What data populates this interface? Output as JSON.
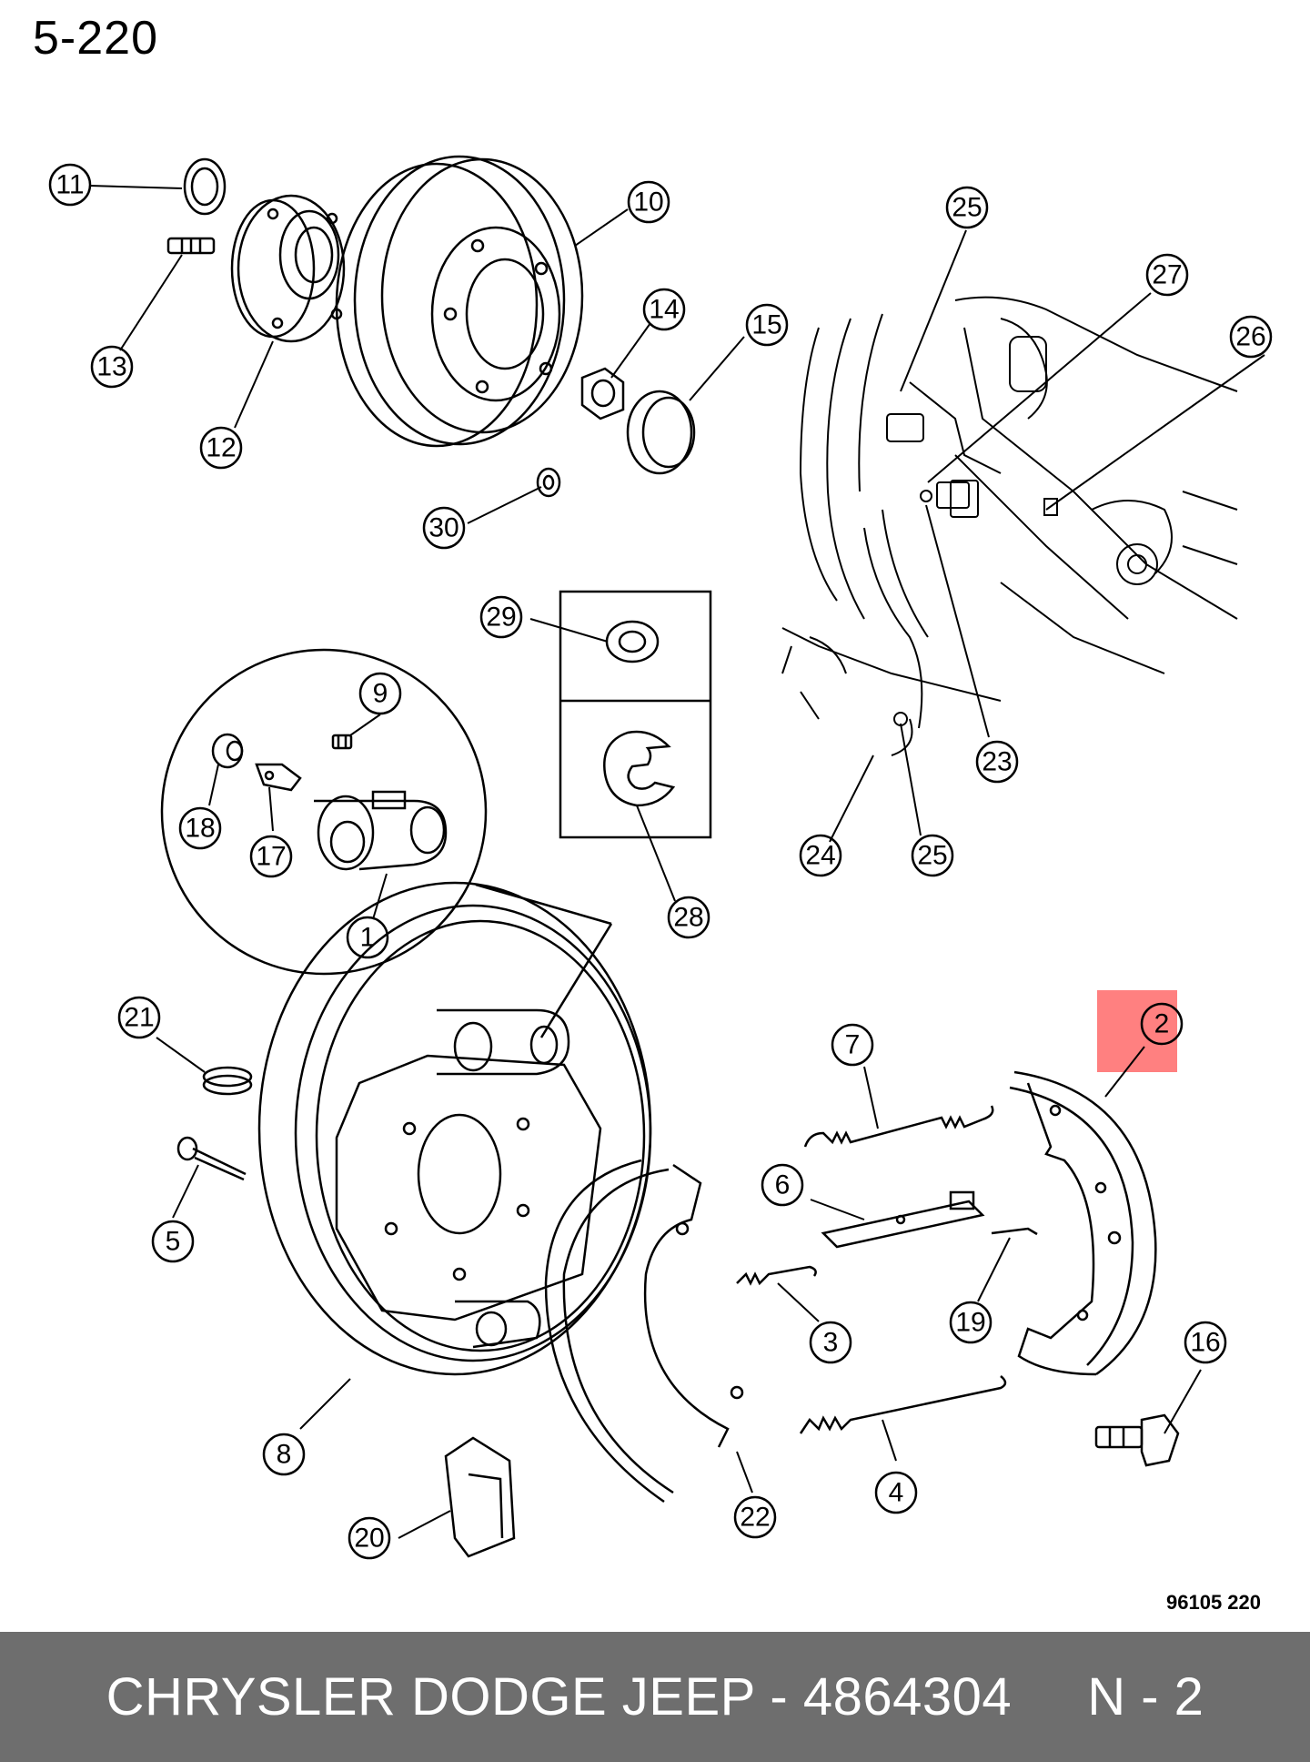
{
  "page_number": "5-220",
  "figure_id": "96105  220",
  "footer": {
    "text": "CHRYSLER DODGE JEEP - 4864304     N - 2"
  },
  "highlight_color": "#ff8080",
  "highlighted_part": "2",
  "callouts": {
    "c1": "1",
    "c2": "2",
    "c3": "3",
    "c4": "4",
    "c5": "5",
    "c6": "6",
    "c7": "7",
    "c8": "8",
    "c9": "9",
    "c10": "10",
    "c11": "11",
    "c12": "12",
    "c13": "13",
    "c14": "14",
    "c15": "15",
    "c16": "16",
    "c17": "17",
    "c18": "18",
    "c19": "19",
    "c20": "20",
    "c21": "21",
    "c22": "22",
    "c23": "23",
    "c24": "24",
    "c25a": "25",
    "c25b": "25",
    "c26": "26",
    "c27": "27",
    "c28": "28",
    "c29": "29",
    "c30": "30"
  }
}
